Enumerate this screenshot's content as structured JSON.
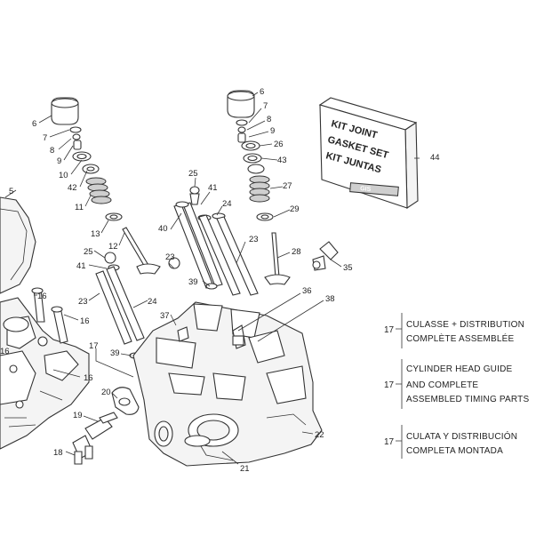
{
  "callouts": {
    "c6a": "6",
    "c7a": "7",
    "c8a": "8",
    "c9a": "9",
    "c10": "10",
    "c42": "42",
    "c11": "11",
    "c13": "13",
    "c12": "12",
    "c25a": "25",
    "c41a": "41",
    "c23a": "23",
    "c24a": "24",
    "c37": "37",
    "c39a": "39",
    "c16a": "16",
    "c16b": "16",
    "c16c": "16",
    "c16d": "16",
    "c17": "17",
    "c5": "5",
    "c20": "20",
    "c19": "19",
    "c18": "18",
    "c25b": "25",
    "c41b": "41",
    "c40": "40",
    "c24b": "24",
    "c23b": "23",
    "c23c": "23",
    "c39b": "39",
    "c6b": "6",
    "c7b": "7",
    "c8b": "8",
    "c9b": "9",
    "c26": "26",
    "c43": "43",
    "c27": "27",
    "c29": "29",
    "c28": "28",
    "c35": "35",
    "c36": "36",
    "c38": "38",
    "c22": "22",
    "c21": "21",
    "c44": "44"
  },
  "gasket_kit": {
    "line1": "KIT JOINT",
    "line2": "GASKET SET",
    "line3": "KIT JUNTAS",
    "brand": "GIS"
  },
  "legend": [
    {
      "number": "17",
      "lines": [
        "CULASSE + DISTRIBUTION",
        "COMPLÈTE ASSEMBLÉE"
      ]
    },
    {
      "number": "17",
      "lines": [
        "CYLINDER HEAD GUIDE",
        "AND COMPLETE",
        "ASSEMBLED TIMING PARTS"
      ]
    },
    {
      "number": "17",
      "lines": [
        "CULATA Y DISTRIBUCIÓN",
        "COMPLETA MONTADA"
      ]
    }
  ]
}
